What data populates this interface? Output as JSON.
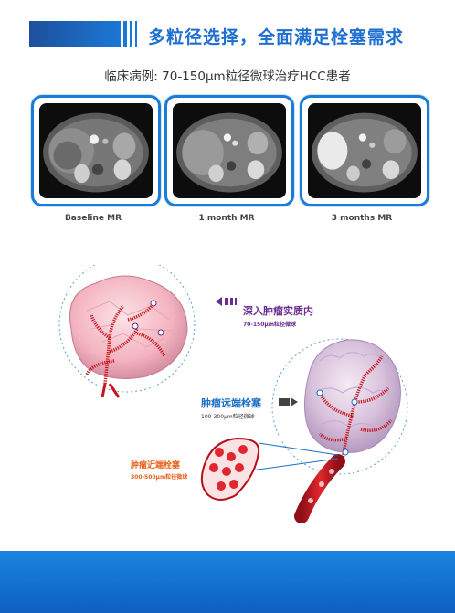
{
  "header": {
    "title": "多粒径选择，全面满足栓塞需求",
    "subtitle": "临床病例: 70-150μm粒径微球治疗HCC患者"
  },
  "scans": [
    {
      "caption": "Baseline MR"
    },
    {
      "caption": "1 month MR"
    },
    {
      "caption": "3 months MR"
    }
  ],
  "labels": {
    "deep": {
      "title": "深入肿瘤实质内",
      "sub": "70-150μm粒径微球"
    },
    "distal": {
      "title": "肿瘤远端栓塞",
      "sub": "100-300μm粒径微球"
    },
    "proximal": {
      "title": "肿瘤近端栓塞",
      "sub": "300-500μm粒径微球"
    }
  },
  "colors": {
    "brand_blue": "#1a78d6",
    "purple": "#6a2c91",
    "blue_label": "#1f6fc4",
    "orange": "#e8611c",
    "vessel_red": "#c8141e"
  }
}
